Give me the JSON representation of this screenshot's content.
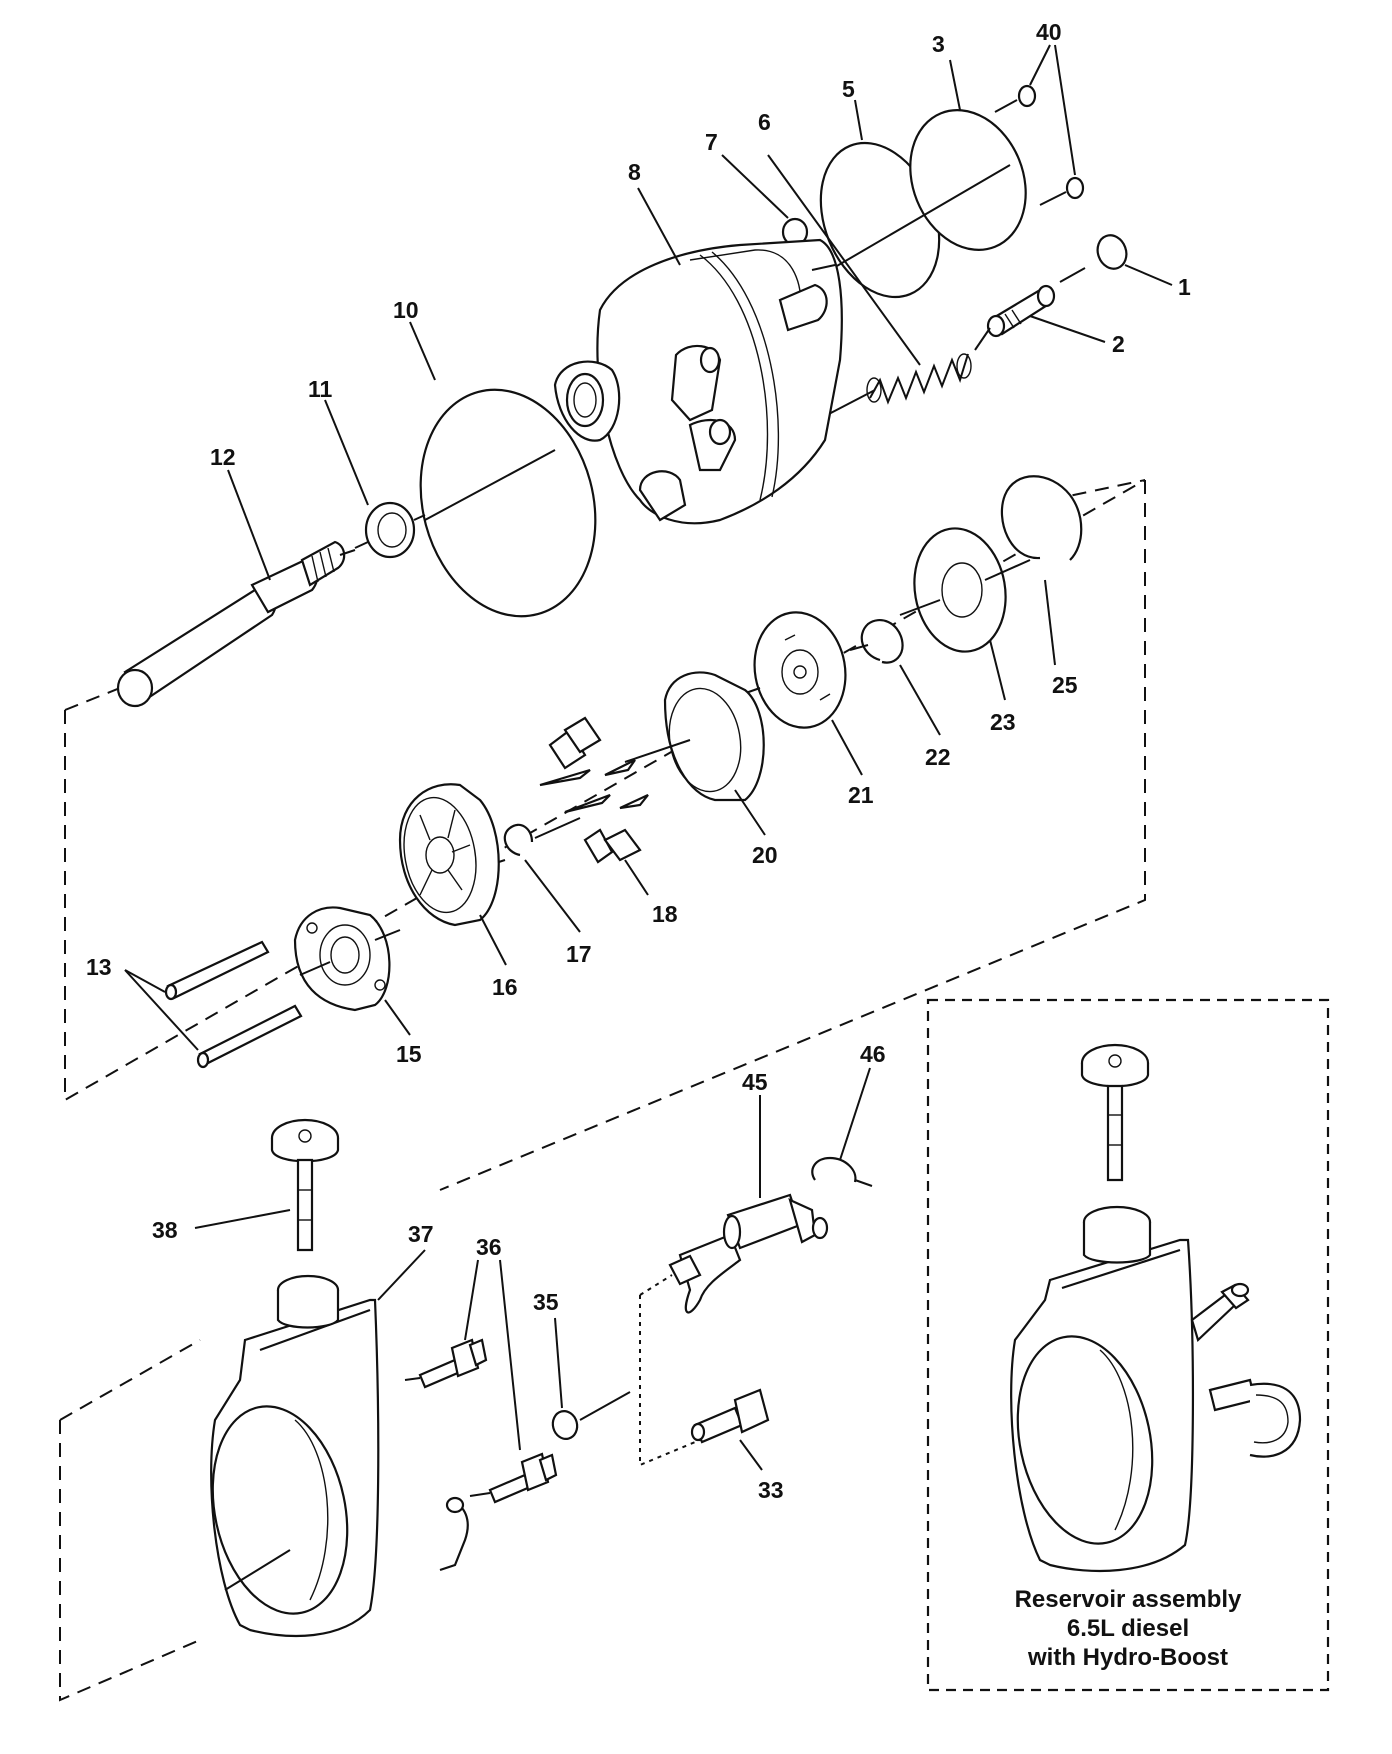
{
  "part_labels": [
    {
      "n": "1"
    },
    {
      "n": "2"
    },
    {
      "n": "3"
    },
    {
      "n": "40"
    },
    {
      "n": "5"
    },
    {
      "n": "6"
    },
    {
      "n": "7"
    },
    {
      "n": "8"
    },
    {
      "n": "10"
    },
    {
      "n": "11"
    },
    {
      "n": "12"
    },
    {
      "n": "25"
    },
    {
      "n": "23"
    },
    {
      "n": "22"
    },
    {
      "n": "21"
    },
    {
      "n": "20"
    },
    {
      "n": "18"
    },
    {
      "n": "17"
    },
    {
      "n": "16"
    },
    {
      "n": "15"
    },
    {
      "n": "13"
    },
    {
      "n": "46"
    },
    {
      "n": "45"
    },
    {
      "n": "38"
    },
    {
      "n": "37"
    },
    {
      "n": "36"
    },
    {
      "n": "35"
    },
    {
      "n": "33"
    }
  ],
  "inset": {
    "caption_lines": [
      "Reservoir assembly",
      "6.5L diesel",
      "with Hydro-Boost"
    ]
  }
}
